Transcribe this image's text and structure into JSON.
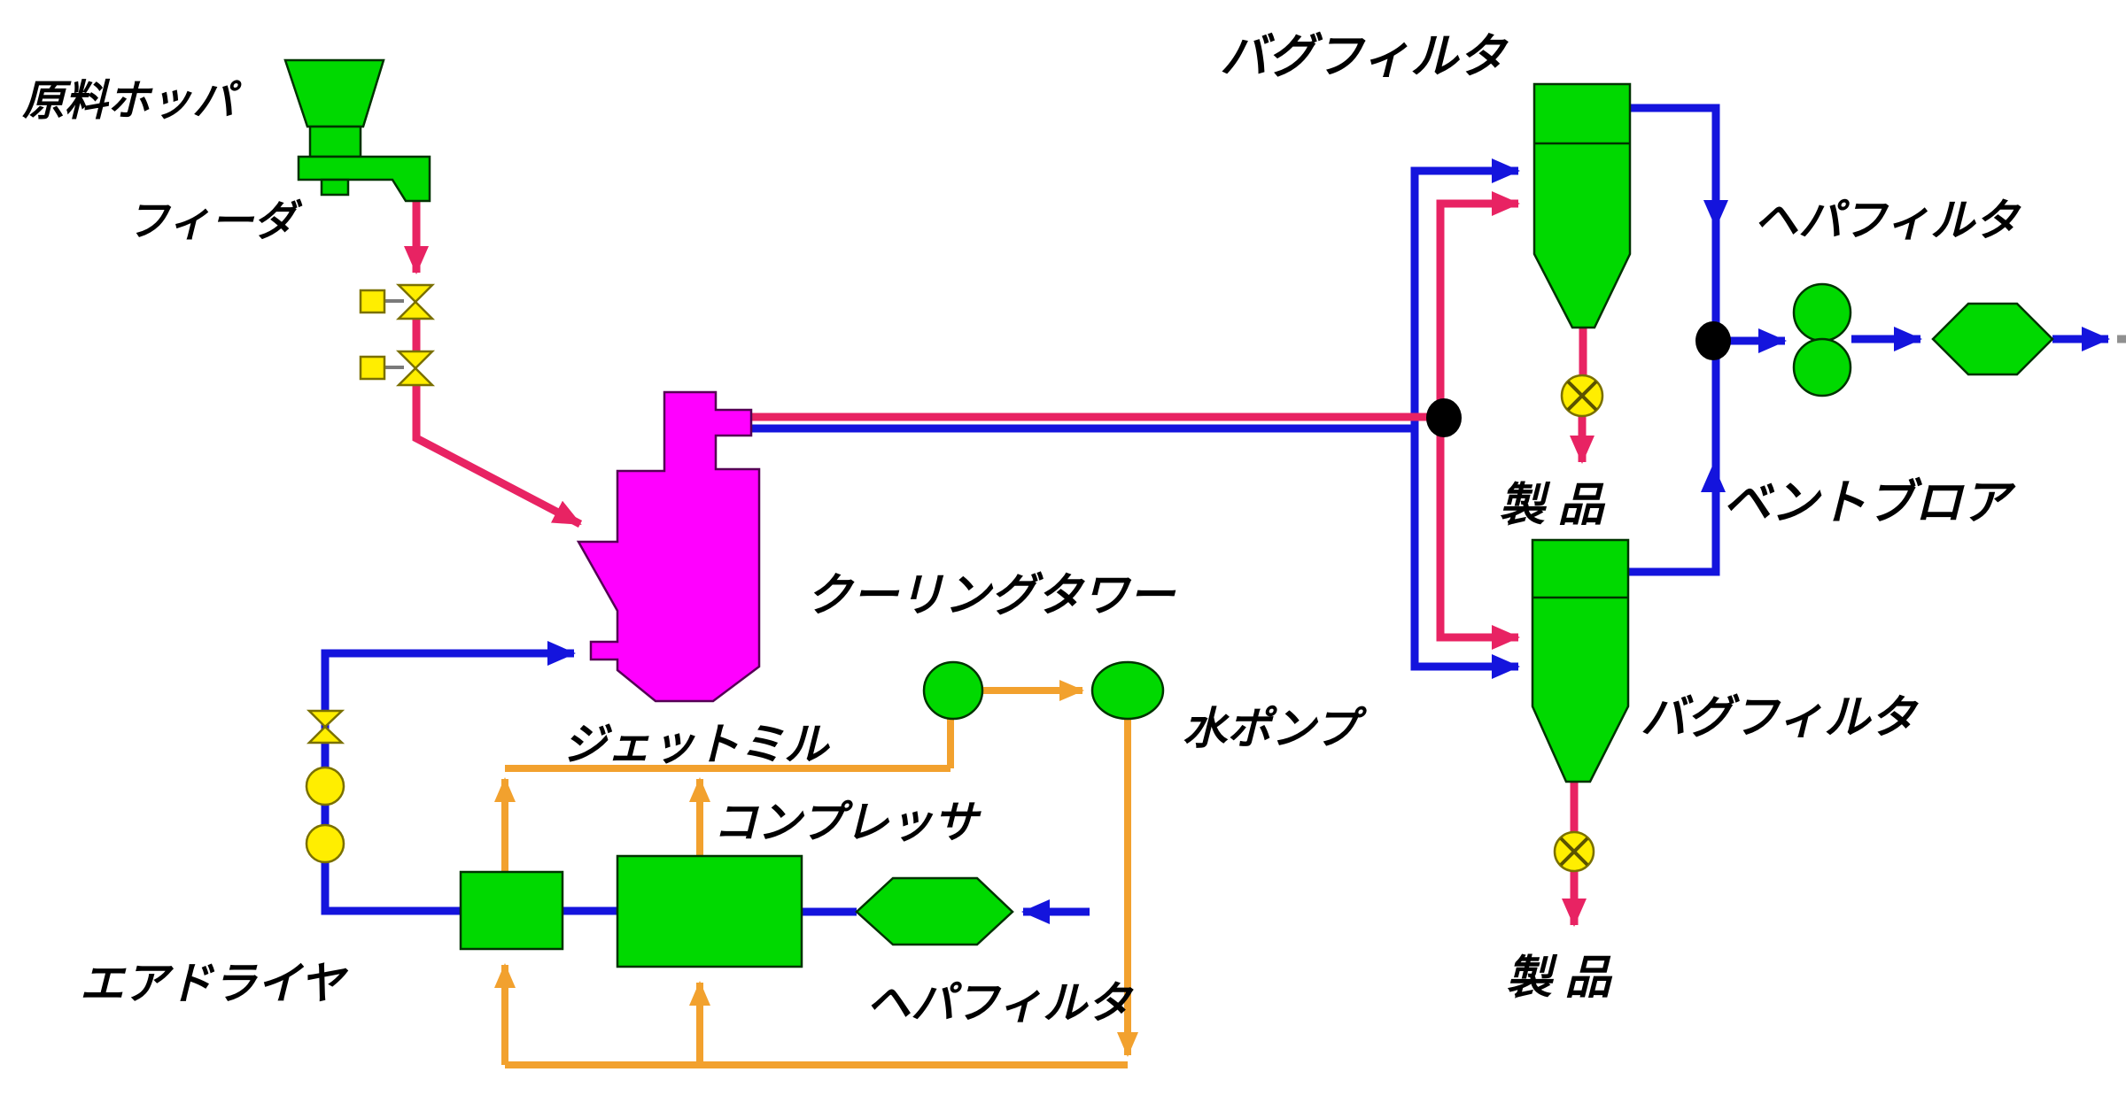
{
  "diagram_type": "process-flow-diagram",
  "system": "jet-mill-milling-plant-flow-sheet",
  "labels": {
    "raw_material_hopper": "原料ホッパ",
    "feeder": "フィーダ",
    "bag_filter_top": "バグフィルタ",
    "hepa_filter_top": "ヘパフィルタ",
    "vent_blower": "ベントブロア",
    "product_top": "製 品",
    "bag_filter_bottom": "バグフィルタ",
    "product_bottom": "製 品",
    "cooling_tower": "クーリングタワー",
    "jet_mill": "ジェットミル",
    "compressor": "コンプレッサ",
    "water_pump": "水ポンプ",
    "hepa_filter_bottom": "ヘパフィルタ",
    "air_dryer": "エアドライヤ"
  },
  "equipment": [
    {
      "name": "raw-material-hopper",
      "label": "原料ホッパ",
      "shape": "hopper"
    },
    {
      "name": "feeder",
      "label": "フィーダ",
      "shape": "screw-feeder"
    },
    {
      "name": "jet-mill",
      "label": "ジェットミル",
      "shape": "mill-body"
    },
    {
      "name": "bag-filter-1",
      "label": "バグフィルタ",
      "shape": "cyclone-hopper"
    },
    {
      "name": "bag-filter-2",
      "label": "バグフィルタ",
      "shape": "cyclone-hopper"
    },
    {
      "name": "vent-blower",
      "label": "ベントブロア",
      "shape": "double-circle"
    },
    {
      "name": "hepa-filter-exhaust",
      "label": "ヘパフィルタ",
      "shape": "hexagon"
    },
    {
      "name": "hepa-filter-intake",
      "label": "ヘパフィルタ",
      "shape": "hexagon"
    },
    {
      "name": "compressor",
      "label": "コンプレッサ",
      "shape": "rectangle"
    },
    {
      "name": "air-dryer",
      "label": "エアドライヤ",
      "shape": "rectangle"
    },
    {
      "name": "cooling-tower",
      "label": "クーリングタワー",
      "shape": "ellipse"
    },
    {
      "name": "water-pump",
      "label": "水ポンプ",
      "shape": "ellipse"
    },
    {
      "name": "product-outlet-1",
      "label": "製 品"
    },
    {
      "name": "product-outlet-2",
      "label": "製 品"
    }
  ],
  "streams": [
    {
      "name": "raw-material-feed",
      "color_key": "product_pink"
    },
    {
      "name": "milled-product",
      "color_key": "product_pink"
    },
    {
      "name": "process-air",
      "color_key": "air_blue"
    },
    {
      "name": "cooling-water",
      "color_key": "water_orange"
    }
  ],
  "colors": {
    "equipment_green": "#00d900",
    "mill_magenta": "#ff00ff",
    "product_pink": "#e82363",
    "air_blue": "#1414dd",
    "water_orange": "#f2a12e",
    "valve_yellow": "#ffee00",
    "junction_black": "#000000",
    "actuator_gray": "#7a7a7a",
    "background": "#ffffff"
  }
}
